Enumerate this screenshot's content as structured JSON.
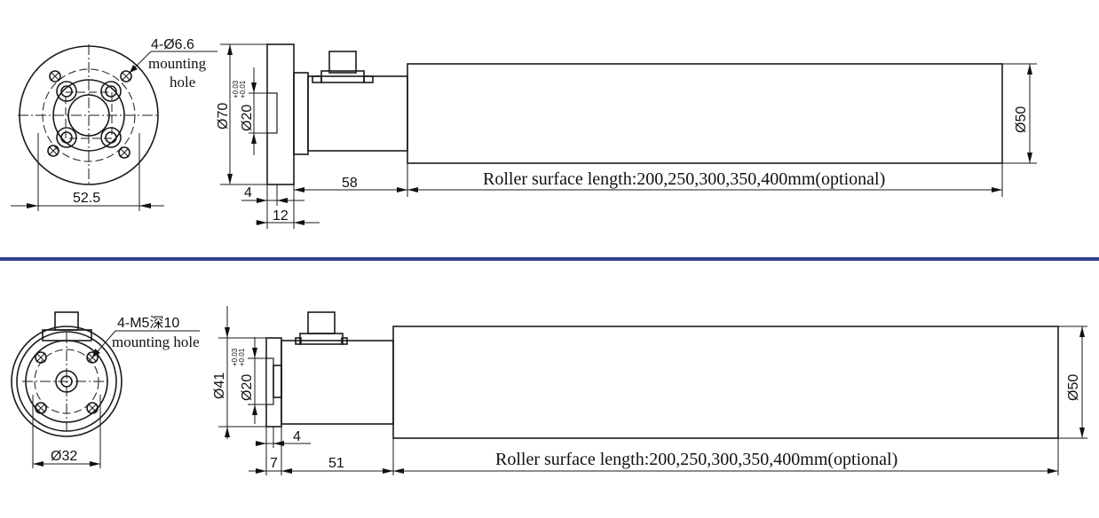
{
  "colors": {
    "divider": "#2f3f8f",
    "ink": "#111111"
  },
  "top_view": {
    "hole_callout": "4-Ø6.6",
    "hole_label_line1": "mounting",
    "hole_label_line2": "hole",
    "bolt_circle_dim": "52.5",
    "flange_diameter": "Ø70",
    "shaft_diameter": "Ø20",
    "shaft_tol_upper": "+0.03",
    "shaft_tol_lower": "+0.01",
    "dim_4": "4",
    "dim_12": "12",
    "dim_58": "58",
    "roller_surface_length": "Roller surface length:200,250,300,350,400mm(optional)",
    "roller_diameter": "Ø50"
  },
  "bottom_view": {
    "hole_callout": "4-M5深10",
    "hole_label": "mounting hole",
    "center_dim": "Ø32",
    "flange_diameter": "Ø41",
    "shaft_diameter": "Ø20",
    "shaft_tol_upper": "+0.03",
    "shaft_tol_lower": "+0.01",
    "dim_4": "4",
    "dim_7": "7",
    "dim_51": "51",
    "roller_surface_length": "Roller surface length:200,250,300,350,400mm(optional)",
    "roller_diameter": "Ø50"
  }
}
